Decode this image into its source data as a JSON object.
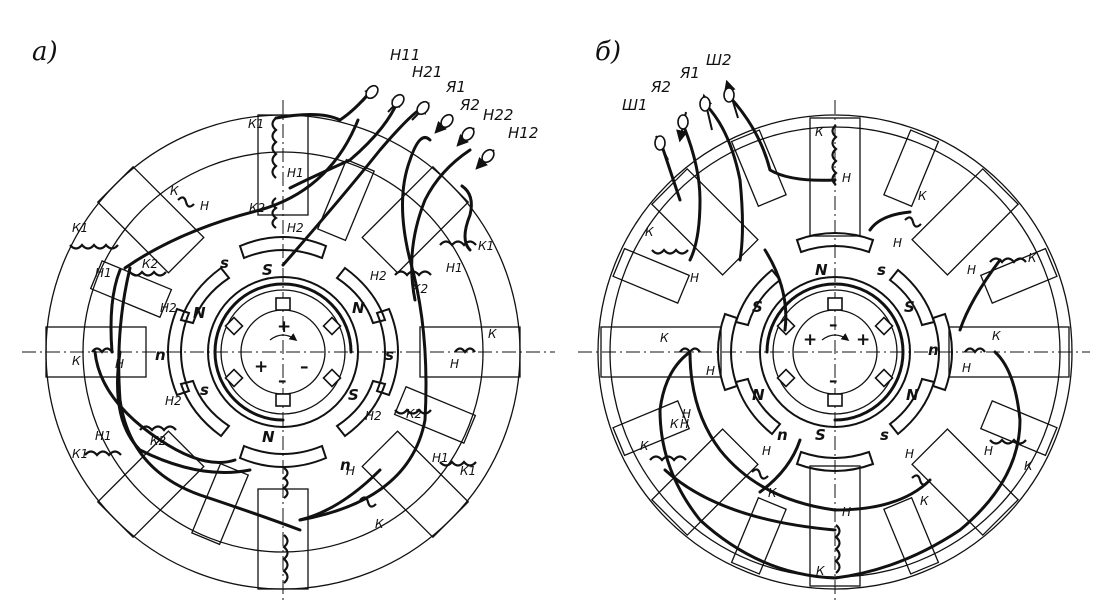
{
  "panels": [
    {
      "id": "a",
      "label": "а)",
      "leads": [
        "Н11",
        "Н21",
        "Я1",
        "Я2",
        "Н22",
        "Н12"
      ],
      "terminal_labels": [
        "К1",
        "Н1",
        "К2",
        "Н2",
        "К1",
        "Н1",
        "Н2",
        "К2",
        "К1",
        "Н1",
        "Н2",
        "К2",
        "К",
        "Н",
        "К",
        "Н",
        "К",
        "Н",
        "К1",
        "Н1",
        "К2",
        "Н2",
        "К2",
        "Н2",
        "Н1",
        "К1",
        "Н",
        "К"
      ],
      "pole_labels": [
        "S",
        "s",
        "N",
        "n",
        "N",
        "s",
        "s",
        "n",
        "S",
        "N"
      ],
      "brush_signs": [
        "+",
        "+",
        "–",
        "–"
      ]
    },
    {
      "id": "b",
      "label": "б)",
      "leads": [
        "Ш1",
        "Я2",
        "Я1",
        "Ш2"
      ],
      "terminal_labels": [
        "К",
        "Н",
        "К",
        "Н",
        "К",
        "Н",
        "К",
        "Н",
        "К",
        "Н",
        "Н",
        "К",
        "К",
        "Н",
        "Н",
        "К",
        "Н",
        "К",
        "Н",
        "К",
        "Н",
        "К",
        "К",
        "Н"
      ],
      "pole_labels": [
        "N",
        "s",
        "S",
        "n",
        "S",
        "N",
        "N",
        "S",
        "s",
        "n"
      ],
      "brush_signs": [
        "+",
        "+",
        "–",
        "–"
      ]
    }
  ],
  "colors": {
    "ink": "#111111",
    "paper": "#ffffff"
  }
}
